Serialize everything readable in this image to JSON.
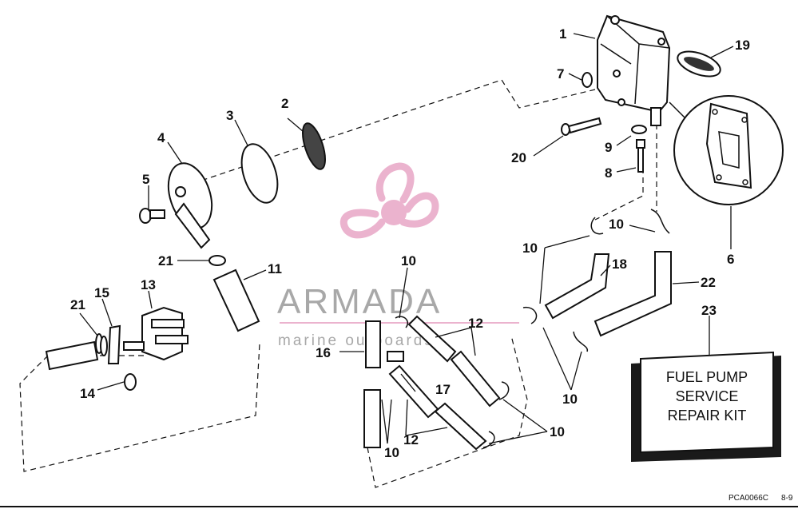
{
  "watermark": {
    "brand": "ARMADA",
    "tagline": "marine outboards",
    "logo_color": "#e8a6c6",
    "text_color": "#9a9a9a"
  },
  "callouts": {
    "c1": "1",
    "c2": "2",
    "c3": "3",
    "c4": "4",
    "c5": "5",
    "c6": "6",
    "c7": "7",
    "c8": "8",
    "c9": "9",
    "c10a": "10",
    "c10b": "10",
    "c10c": "10",
    "c10d": "10",
    "c10e": "10",
    "c10f": "10",
    "c11": "11",
    "c12a": "12",
    "c12b": "12",
    "c13": "13",
    "c14": "14",
    "c15": "15",
    "c16": "16",
    "c17": "17",
    "c18": "18",
    "c19": "19",
    "c20": "20",
    "c21a": "21",
    "c21b": "21",
    "c22": "22",
    "c23": "23"
  },
  "kit_box": {
    "line1": "FUEL PUMP",
    "line2": "SERVICE",
    "line3": "REPAIR KIT"
  },
  "footer": {
    "code": "PCA0066C",
    "page": "8-9"
  }
}
